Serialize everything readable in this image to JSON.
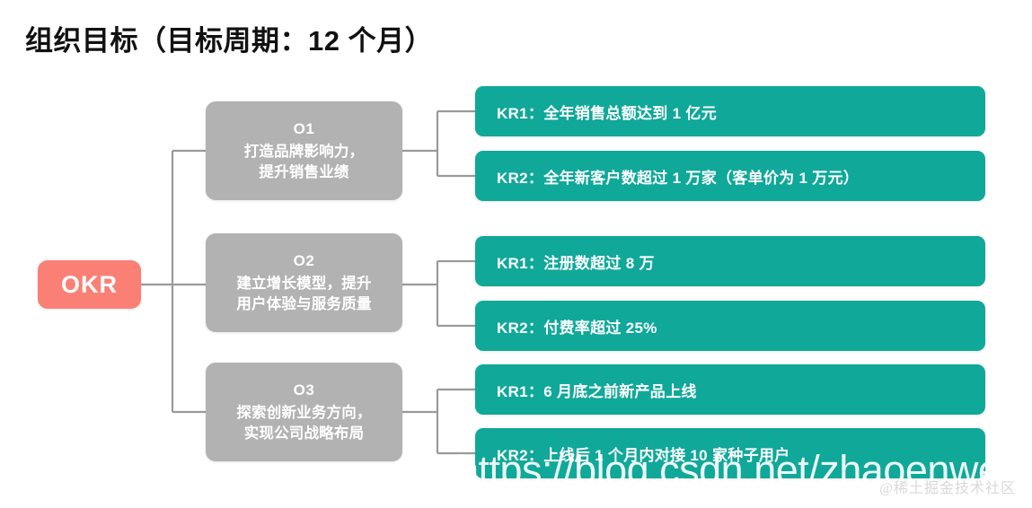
{
  "page": {
    "title": "组织目标（目标周期：12 个月）",
    "background_color": "#ffffff"
  },
  "colors": {
    "root_node": "#fa8076",
    "objective_box": "#b2b2b2",
    "kr_box": "#10a899",
    "connector_line": "#9a9a9a",
    "title_text": "#111111",
    "box_text": "#ffffff"
  },
  "root": {
    "label": "OKR"
  },
  "objectives": [
    {
      "code": "O1",
      "description": "打造品牌影响力，\n提升销售业绩",
      "desc_line1": "打造品牌影响力，",
      "desc_line2": "提升销售业绩",
      "key_results": [
        {
          "label": "KR1：",
          "text": "KR1：全年销售总额达到 1 亿元"
        },
        {
          "label": "KR2：",
          "text": "KR2：全年新客户数超过 1 万家（客单价为 1 万元）"
        }
      ]
    },
    {
      "code": "O2",
      "description": "建立增长模型，提升\n用户体验与服务质量",
      "desc_line1": "建立增长模型，提升",
      "desc_line2": "用户体验与服务质量",
      "key_results": [
        {
          "label": "KR1：",
          "text": "KR1：注册数超过 8 万"
        },
        {
          "label": "KR2：",
          "text": "KR2：付费率超过 25%"
        }
      ]
    },
    {
      "code": "O3",
      "description": "探索创新业务方向，\n实现公司战略布局",
      "desc_line1": "探索创新业务方向，",
      "desc_line2": "实现公司战略布局",
      "key_results": [
        {
          "label": "KR1：",
          "text": "KR1：6 月底之前新产品上线"
        },
        {
          "label": "KR2：",
          "text": "KR2：上线后 1 个月内对接 10 家种子用户"
        }
      ]
    }
  ],
  "watermarks": {
    "url": "https://blog.csdn.net/zhaoenwei",
    "site": "@稀土掘金技术社区"
  }
}
